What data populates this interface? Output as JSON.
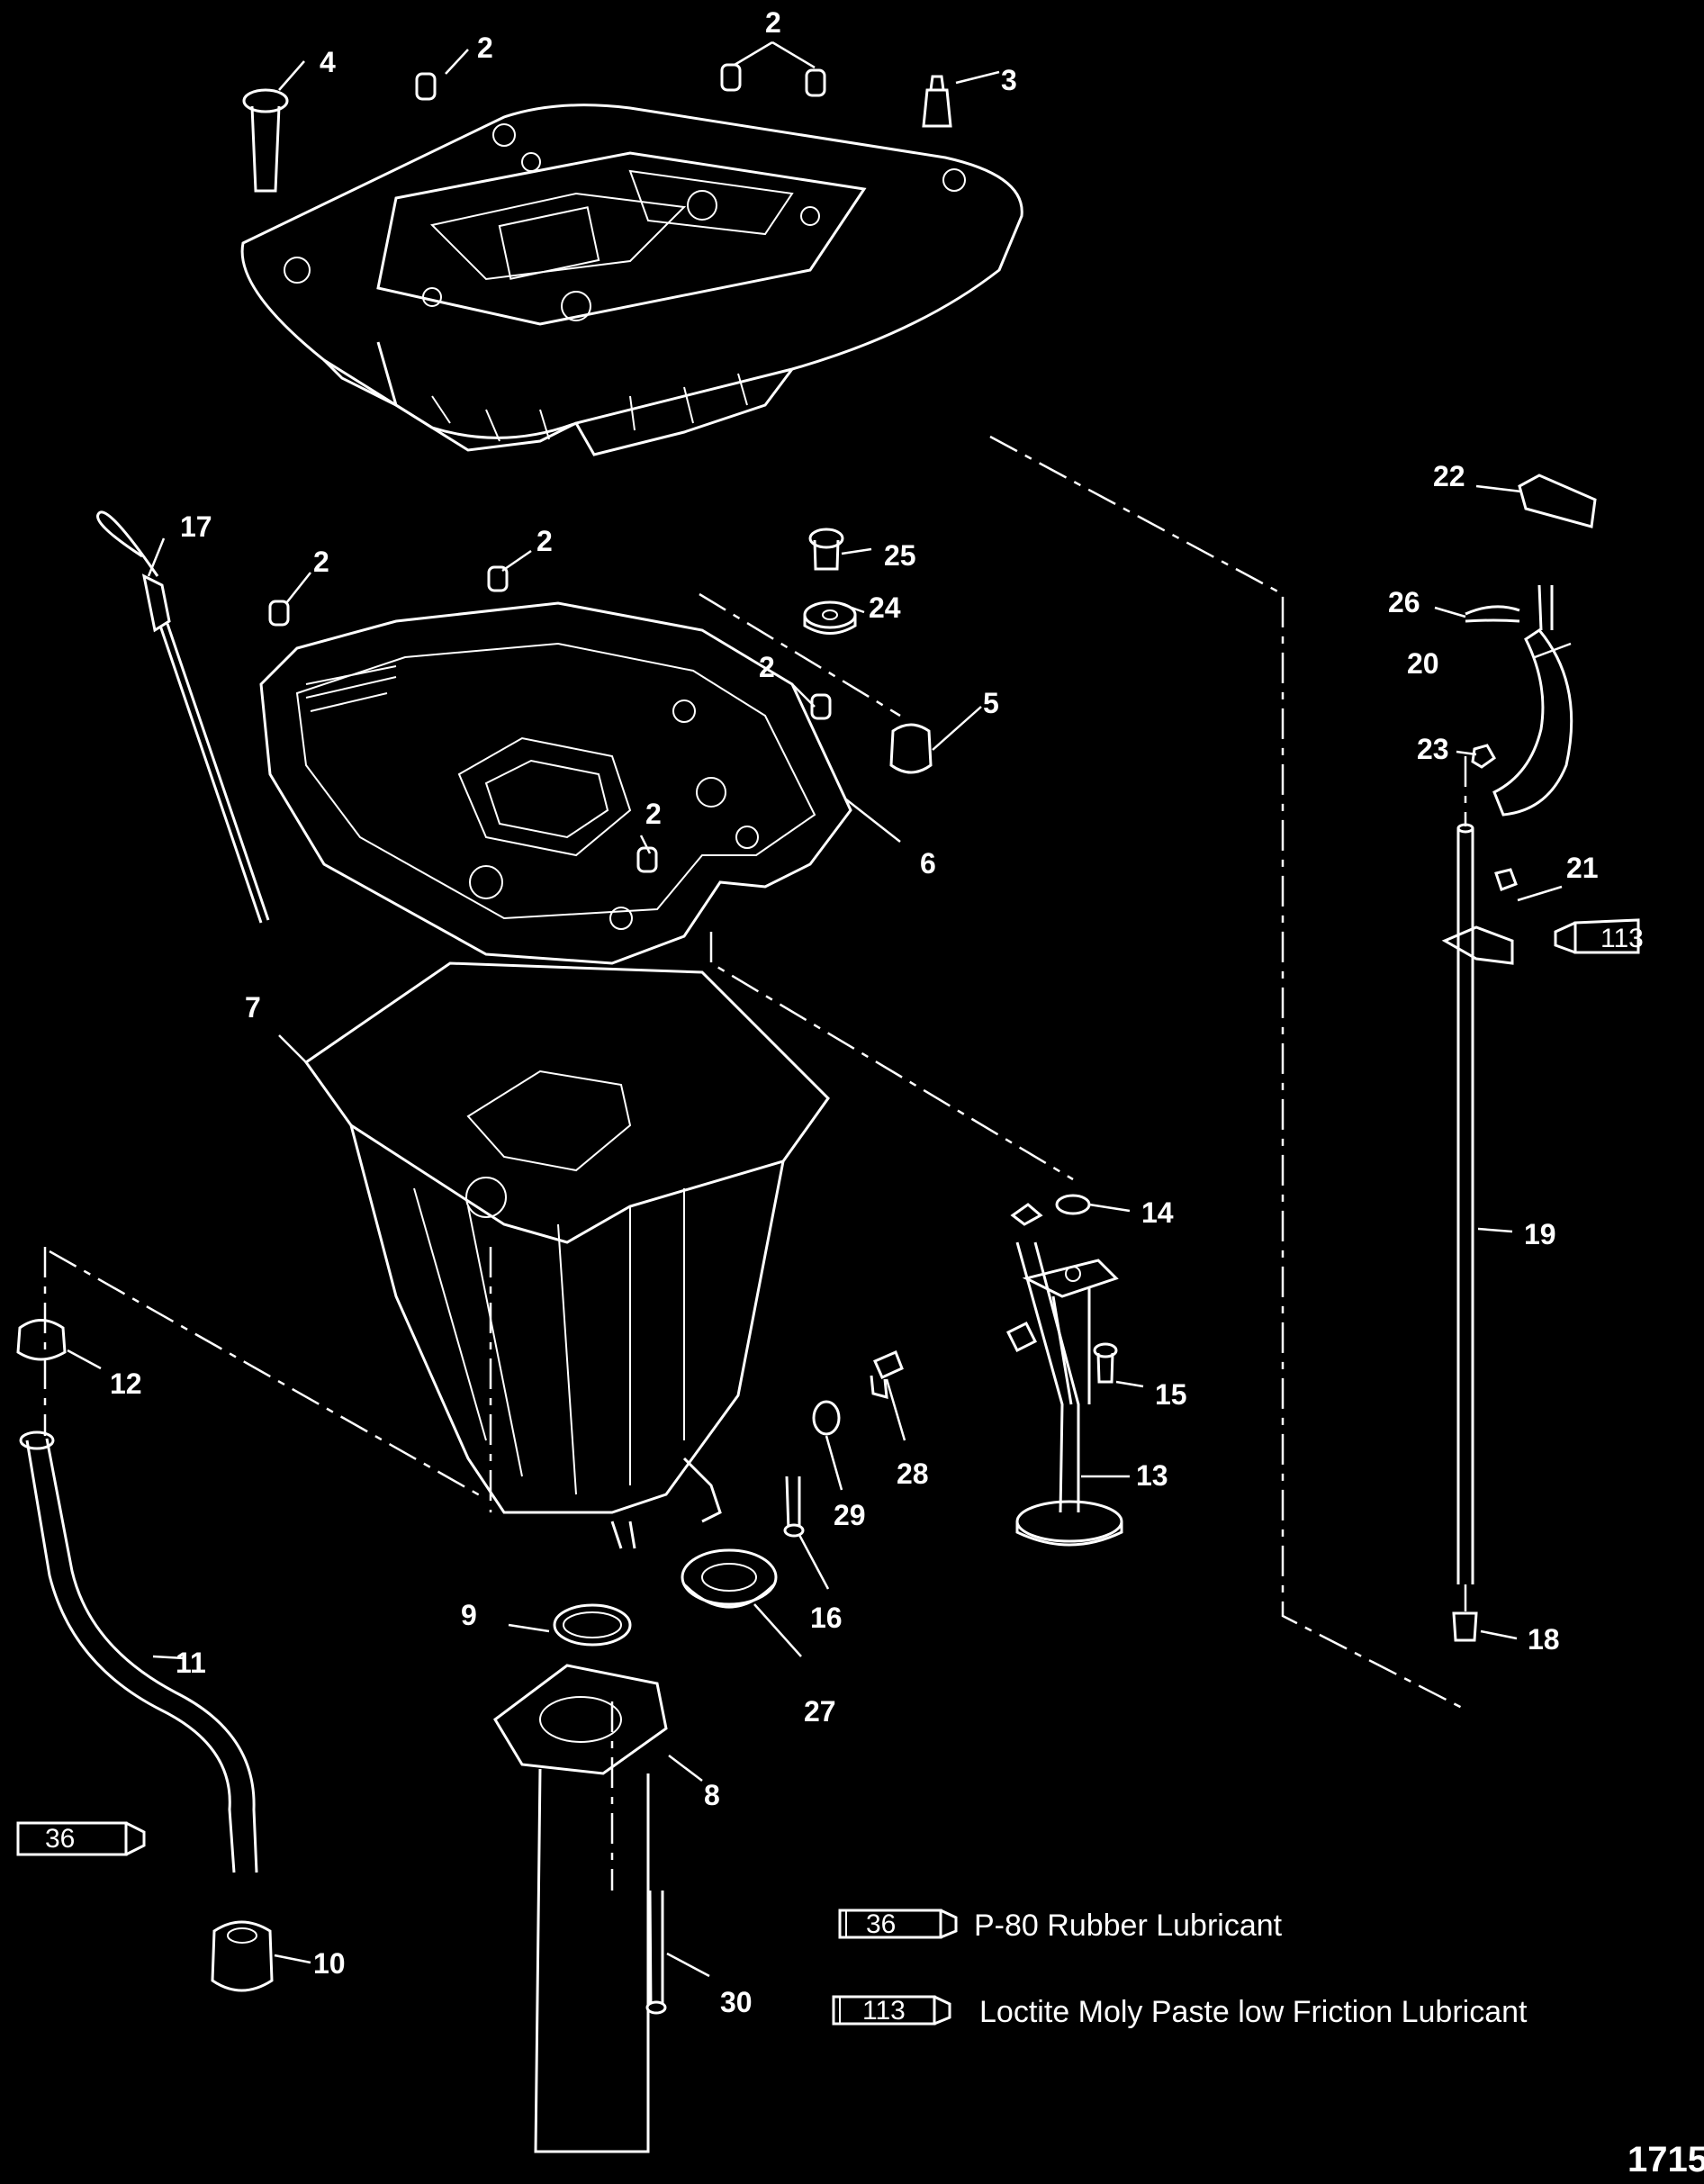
{
  "diagram": {
    "figure_number": "1715",
    "callouts": {
      "c2a": "2",
      "c2b": "2",
      "c2c": "2",
      "c2d": "2",
      "c2e": "2",
      "c2f": "2",
      "c3": "3",
      "c4": "4",
      "c5": "5",
      "c6": "6",
      "c7": "7",
      "c8": "8",
      "c9": "9",
      "c10": "10",
      "c11": "11",
      "c12": "12",
      "c13": "13",
      "c14": "14",
      "c15": "15",
      "c16": "16",
      "c17": "17",
      "c18": "18",
      "c19": "19",
      "c20": "20",
      "c21": "21",
      "c22": "22",
      "c23": "23",
      "c24": "24",
      "c25": "25",
      "c26": "26",
      "c27": "27",
      "c28": "28",
      "c29": "29",
      "c30": "30"
    },
    "tubes": {
      "t36_parts": "36",
      "t113_parts": "113"
    },
    "legend": [
      {
        "code": "36",
        "text": "P-80 Rubber Lubricant"
      },
      {
        "code": "113",
        "text": "Loctite Moly Paste low Friction Lubricant"
      }
    ]
  }
}
